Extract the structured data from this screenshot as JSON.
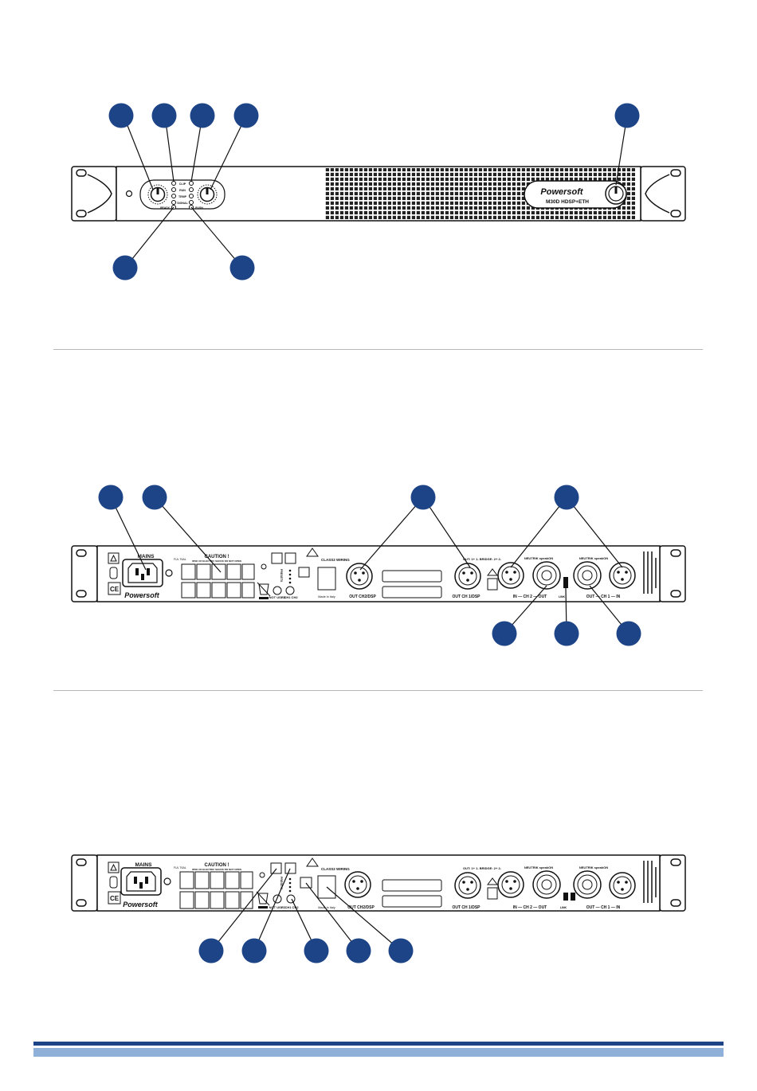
{
  "front_panel": {
    "led_labels": [
      "CLIP",
      "RUN",
      "TEMP",
      "SIGNAL"
    ],
    "sub_labels": [
      "READY",
      "PUSH"
    ],
    "brand": "Powersoft",
    "model": "M30D HDSP+ETH"
  },
  "rear_panel": {
    "mains_label": "MAINS",
    "fuse_label": "FUL T6AL",
    "caution_title": "CAUTION !",
    "caution_sub": "RISK OF ELECTRIC SHOCK DO NOT OPEN",
    "not_used_label": "NOT USED",
    "presets_label": "PRESETS",
    "ch1_ch2_label": "CH1 CH2",
    "class2_label": "CLASS2 WIRING",
    "made_in_label": "Made in Italy",
    "out_ch2_label": "OUT CH2/DSP",
    "out_ch1_label": "OUT CH 1/DSP",
    "out_header": "OUT: 1+ 1- BRIDGE: 2+ 2-",
    "neutrik_label": "NEUTRIK speakON",
    "ch2_label": "IN — CH 2 — OUT",
    "ch1_label": "OUT — CH 1 — IN",
    "link_label": "LINK",
    "brand": "Powersoft"
  },
  "colors": {
    "callout_fill": "#1d4486",
    "footer_dark": "#1d4486",
    "footer_light": "#8fb0d9",
    "separator": "#b8b8b8"
  }
}
